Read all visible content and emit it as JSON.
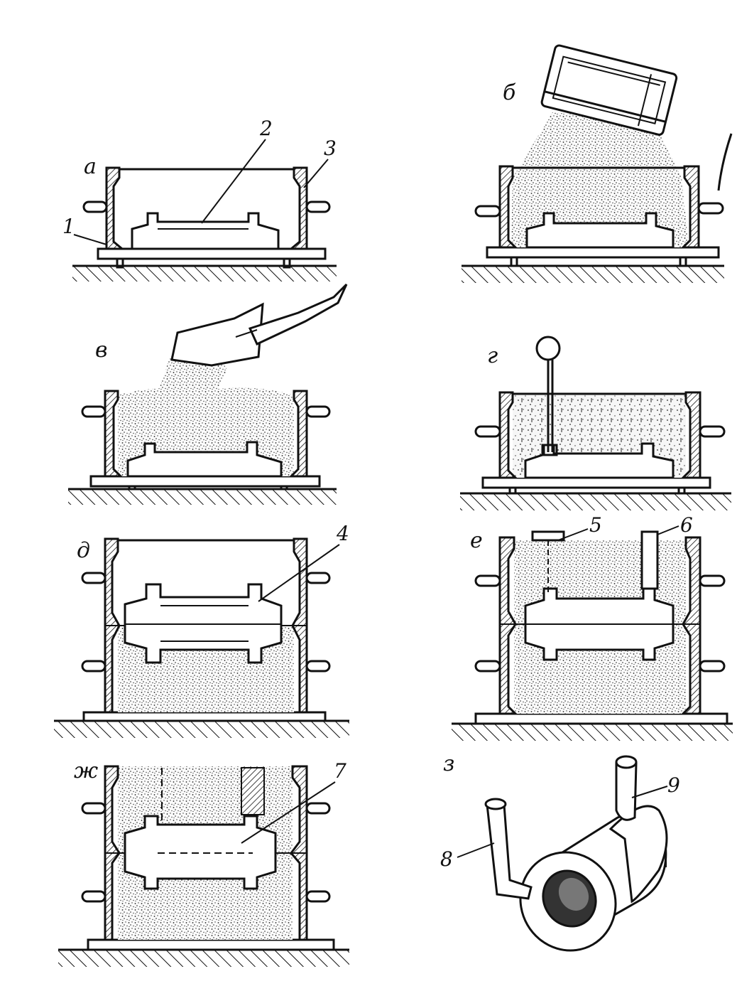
{
  "panels": [
    {
      "id": "a",
      "label": "а"
    },
    {
      "id": "b",
      "label": "б"
    },
    {
      "id": "v",
      "label": "в"
    },
    {
      "id": "g",
      "label": "г"
    },
    {
      "id": "d",
      "label": "д"
    },
    {
      "id": "e",
      "label": "е"
    },
    {
      "id": "zh",
      "label": "ж"
    },
    {
      "id": "z",
      "label": "з"
    }
  ],
  "callouts": {
    "n1": "1",
    "n2": "2",
    "n3": "3",
    "n4": "4",
    "n5": "5",
    "n6": "6",
    "n7": "7",
    "n8": "8",
    "n9": "9"
  }
}
